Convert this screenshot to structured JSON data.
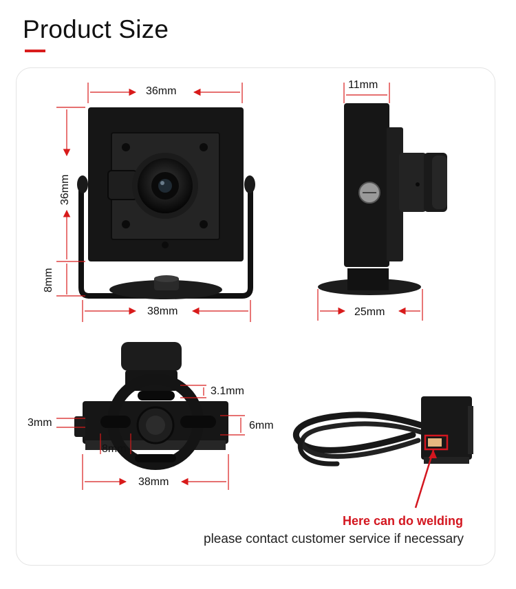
{
  "header": {
    "title": "Product Size",
    "accent_color": "#d91c1c"
  },
  "front_view": {
    "width_label": "36mm",
    "height_label": "36mm",
    "bracket_height_label": "8mm",
    "bracket_width_label": "38mm"
  },
  "side_view": {
    "depth_label": "11mm",
    "base_width_label": "25mm"
  },
  "bottom_view": {
    "offset_label": "3.1mm",
    "slot_label": "3mm",
    "hole_label": "6mm",
    "slot_width_label": "8mm",
    "base_width_label": "38mm"
  },
  "cable_view": {
    "welding_note": "Here can do welding",
    "contact_note": "please contact customer service if necessary",
    "highlight_color": "#d3161f"
  },
  "icons": [
    "camera-front-icon",
    "camera-side-icon",
    "camera-bottom-icon",
    "camera-cable-icon"
  ]
}
